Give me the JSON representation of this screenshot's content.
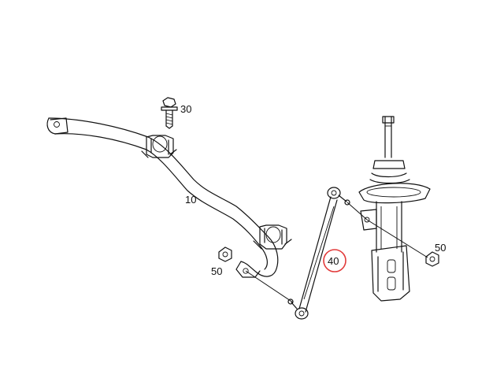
{
  "diagram": {
    "callouts": [
      {
        "id": "10",
        "text": "10"
      },
      {
        "id": "30",
        "text": "30"
      },
      {
        "id": "40",
        "text": "40",
        "highlighted": true,
        "highlight_color": "#e23b3b"
      },
      {
        "id": "50a",
        "text": "50"
      },
      {
        "id": "50b",
        "text": "50"
      }
    ]
  }
}
